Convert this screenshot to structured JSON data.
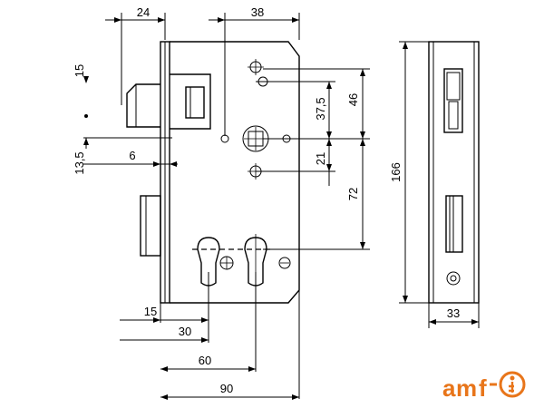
{
  "dimensions": {
    "backset_offset": "24",
    "spindle_hole_spacing": "38",
    "latch_height": "15",
    "latch_offset": "13,5",
    "forend_offset": "6",
    "upper_hole_spacing": "37,5",
    "upper_height": "46",
    "lower_hole_spacing": "21",
    "center_distance": "72",
    "total_height": "166",
    "forend_width": "33",
    "cylinder_x": "15",
    "hole_x_30": "30",
    "backset": "60",
    "case_depth": "90"
  },
  "logo": {
    "text": "AMF",
    "color": "#e8751a"
  }
}
